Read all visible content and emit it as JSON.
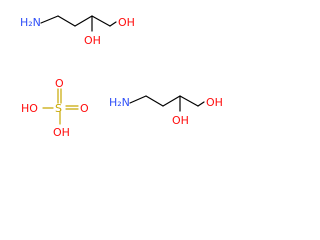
{
  "molecule_1": {
    "amine_label": "H₂N",
    "alcohol_top_label": "OH",
    "alcohol_bottom_label": "OH"
  },
  "sulfate": {
    "center_label": "S",
    "oxo_top_label": "O",
    "oxo_right_label": "O",
    "hydroxy_left_label": "HO",
    "hydroxy_bottom_label": "OH"
  },
  "molecule_2": {
    "amine_label": "H₂N",
    "alcohol_top_label": "OH",
    "alcohol_bottom_label": "OH"
  },
  "colors": {
    "carbon_bond": "#000000",
    "oxygen": "#ff0d0d",
    "nitrogen": "#3050f8",
    "sulfur": "#c8a800"
  }
}
